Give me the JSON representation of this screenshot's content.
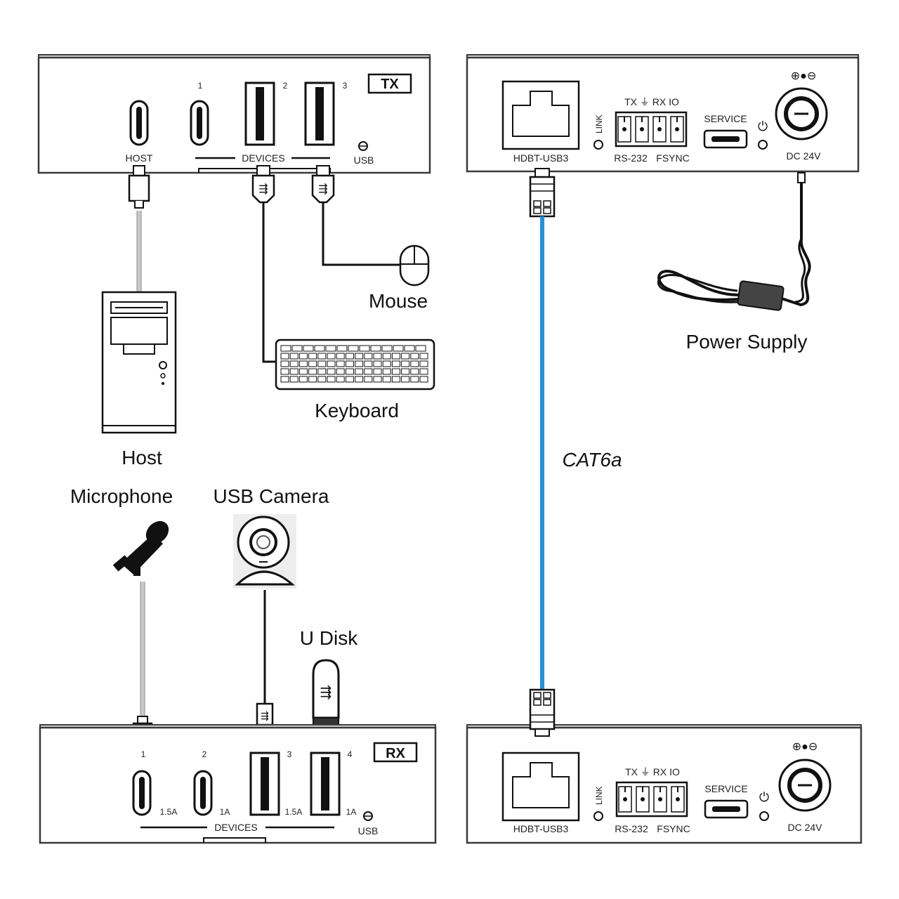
{
  "tx_unit": {
    "tag": "TX",
    "host_label": "HOST",
    "port_numbers": [
      "1",
      "2",
      "3"
    ],
    "devices_label": "DEVICES",
    "usb_label": "USB"
  },
  "rx_unit": {
    "tag": "RX",
    "port_numbers": [
      "1",
      "2",
      "3",
      "4"
    ],
    "port_currents": [
      "1.5A",
      "1A",
      "1.5A",
      "1A"
    ],
    "devices_label": "DEVICES",
    "usb_label": "USB"
  },
  "extender_top": {
    "hdbt_label": "HDBT-USB3",
    "link_label": "LINK",
    "terminal_top_label": "TX ⏚ RX IO",
    "rs232_label": "RS-232",
    "fsync_label": "FSYNC",
    "service_label": "SERVICE",
    "dc_label": "DC 24V"
  },
  "extender_bottom": {
    "hdbt_label": "HDBT-USB3",
    "link_label": "LINK",
    "terminal_top_label": "TX ⏚ RX IO",
    "rs232_label": "RS-232",
    "fsync_label": "FSYNC",
    "service_label": "SERVICE",
    "dc_label": "DC 24V"
  },
  "devices": {
    "host": "Host",
    "mouse": "Mouse",
    "keyboard": "Keyboard",
    "microphone": "Microphone",
    "usb_camera": "USB Camera",
    "u_disk": "U Disk",
    "power_supply": "Power Supply"
  },
  "cable": {
    "label": "CAT6a",
    "color": "#2a8fd4"
  },
  "icons": [
    "usb-icon",
    "power-icon",
    "polarity-icon",
    "ground-icon"
  ]
}
